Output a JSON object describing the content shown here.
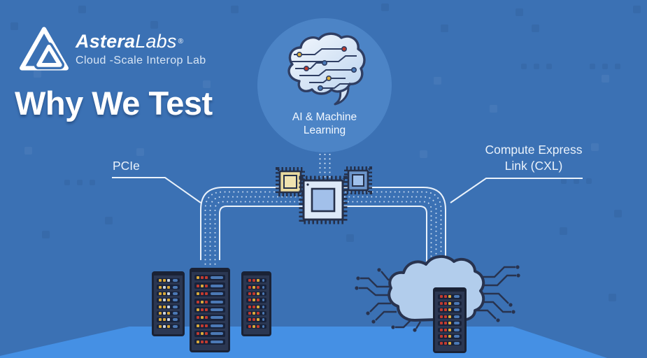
{
  "brand": {
    "name_primary": "Astera",
    "name_secondary": "Labs",
    "registered_mark": "®",
    "subtitle": "Cloud -Scale Interop Lab"
  },
  "heading": "Why We Test",
  "labels": {
    "ai_line1": "AI & Machine",
    "ai_line2": "Learning",
    "pcie": "PCIe",
    "cxl_line1": "Compute Express",
    "cxl_line2": "Link (CXL)"
  },
  "colors": {
    "background": "#3B71B4",
    "floor": "#4590E4",
    "ai_circle": "#4C84C6",
    "pipe_white": "#EAF2FB",
    "outline_dark": "#28334F",
    "cloud_fill": "#B2CDEC",
    "rack_body": "#2B3752",
    "rack_row": "#18223A",
    "led_red": "#C23B30",
    "led_gold": "#D9A93B",
    "led_silver": "#C9D3E2",
    "bar_blue": "#4C79B5",
    "chip_gold": "#E9DA9F",
    "chip_light_blue": "#DDE9F8",
    "chip_blue": "#6C95CB",
    "brain_node_gold": "#E0B23C",
    "brain_node_red": "#C0392B",
    "brain_node_blue": "#4A7AB8"
  },
  "racks": [
    {
      "name": "rack-left",
      "rows": 8,
      "led_pattern": [
        "gold",
        "gold",
        "silver"
      ],
      "led_pattern_alt": [
        "gold",
        "silver",
        "gold"
      ]
    },
    {
      "name": "rack-middle",
      "rows": 9,
      "led_pattern": [
        "gold",
        "red",
        "red"
      ],
      "led_pattern_alt": [
        "red",
        "gold",
        "red"
      ]
    },
    {
      "name": "rack-right",
      "rows": 8,
      "led_pattern": [
        "red",
        "red",
        "gold"
      ],
      "led_pattern_alt": [
        "red",
        "gold",
        "red"
      ]
    },
    {
      "name": "rack-cloud",
      "rows": 8,
      "led_pattern": [
        "red",
        "red",
        "gold"
      ],
      "led_pattern_alt": [
        "red",
        "red",
        "gold"
      ]
    }
  ],
  "icons": {
    "logo": "astera-labs-triangle-icon",
    "brain": "ai-brain-circuit-icon",
    "chips": [
      "gold-chip-icon",
      "cpu-chip-icon",
      "blue-chip-icon"
    ],
    "cloud": "cloud-server-icon"
  }
}
